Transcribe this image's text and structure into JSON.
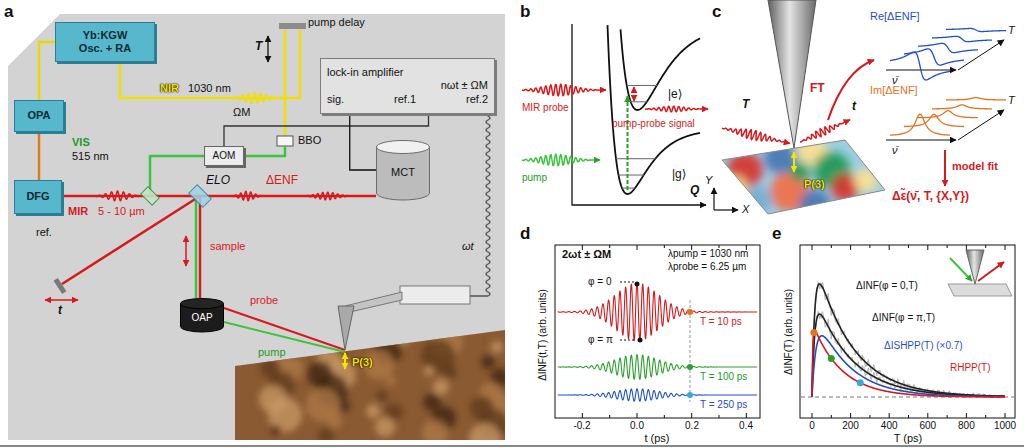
{
  "diagram": {
    "nodes": [
      {
        "text": [
          "Yb:KGW",
          "Osc. + RA"
        ]
      },
      {
        "text": [
          "OPA"
        ]
      },
      {
        "text": [
          "DFG"
        ]
      },
      {
        "text": [
          "AOM"
        ]
      },
      {
        "text": [
          "lock-in amplifier",
          "nωt ± ΩM",
          "sig.",
          "ref.1",
          "ref.2"
        ]
      },
      {
        "text": [
          "MCT"
        ]
      },
      {
        "text": [
          "OAP"
        ]
      }
    ],
    "edges": [
      {
        "from": 0,
        "to": 1,
        "arrow": "none"
      },
      {
        "from": 1,
        "to": 2,
        "arrow": "none"
      },
      {
        "from": 3,
        "to": 4,
        "label": "ΩM",
        "arrow": "none"
      },
      {
        "from": 5,
        "to": 4,
        "arrow": "none"
      }
    ],
    "labels": [
      "a",
      "pump delay",
      "T",
      "NIR",
      "1030 nm",
      "BBO",
      "VIS",
      "515 nm",
      "MIR",
      "5 - 10 µm",
      "ELO",
      "ΔENF",
      "ref.",
      "t",
      "sample",
      "probe",
      "pump",
      "P(3)",
      "ωt",
      "b",
      "|e⟩",
      "|g⟩",
      "MIR probe",
      "pump-probe signal",
      "pump",
      "Q",
      "c",
      "T",
      "P(3)",
      "t",
      "Y",
      "X",
      "FT",
      "Re[ΔENF]",
      "T",
      "ν̄",
      "Im[ΔENF]",
      "T",
      "ν̄",
      "model fit",
      "Δε̃(ν̄, T, {X,Y})",
      "d",
      "2ωt ± ΩM",
      "λpump = 1030 nm",
      "λprobe = 6.25 µm",
      "φ = 0",
      "φ = π",
      "T = 10 ps",
      "T = 100 ps",
      "T = 250 ps",
      "ΔINF(t,T) (arb. units)",
      "-0.2",
      "0.0",
      "0.2",
      "0.4",
      "t (ps)",
      "e",
      "ΔINF(φ = 0,T)",
      "ΔINF(φ = π,T)",
      "ΔISHPP(T) (×0.7)",
      "RHPP(T)",
      "ΔINF(T) (arb. units)",
      "0",
      "200",
      "400",
      "600",
      "800",
      "1000",
      "T (ps)"
    ]
  }
}
